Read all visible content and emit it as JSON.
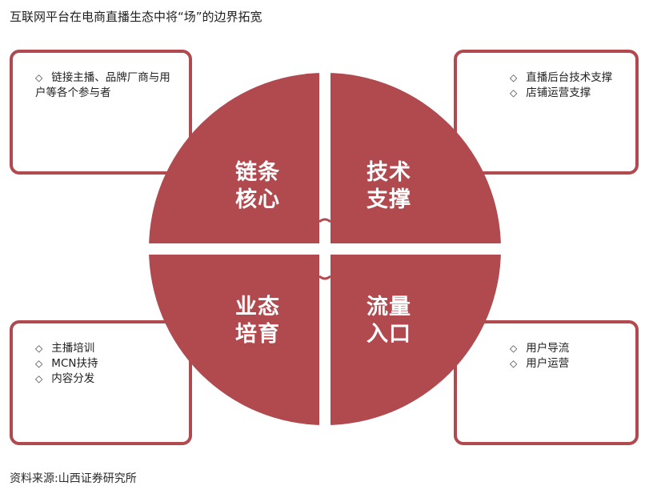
{
  "title": "互联网平台在电商直播生态中将“场”的边界拓宽",
  "colors": {
    "accent": "#b04a4f",
    "background": "#ffffff",
    "text": "#222222",
    "label_text": "#ffffff"
  },
  "quadrants": {
    "top_left": {
      "line1": "链条",
      "line2": "核心"
    },
    "top_right": {
      "line1": "技术",
      "line2": "支撑"
    },
    "bottom_left": {
      "line1": "业态",
      "line2": "培育"
    },
    "bottom_right": {
      "line1": "流量",
      "line2": "入口"
    }
  },
  "boxes": {
    "top_left": {
      "bullet_icon": "diamond-outline-icon",
      "bullet": "◇",
      "items": [
        "链接主播、品牌厂商与用户等各个参与者"
      ]
    },
    "top_right": {
      "bullet_icon": "diamond-outline-icon",
      "bullet": "◇",
      "items": [
        "直播后台技术支撑",
        "店铺运营支撑"
      ]
    },
    "bottom_left": {
      "bullet_icon": "diamond-outline-icon",
      "bullet": "◇",
      "items": [
        "主播培训",
        "MCN扶持",
        "内容分发"
      ]
    },
    "bottom_right": {
      "bullet_icon": "diamond-outline-icon",
      "bullet": "◇",
      "items": [
        "用户导流",
        "用户运营"
      ]
    }
  },
  "footer": {
    "source": "资料来源:山西证券研究所"
  }
}
